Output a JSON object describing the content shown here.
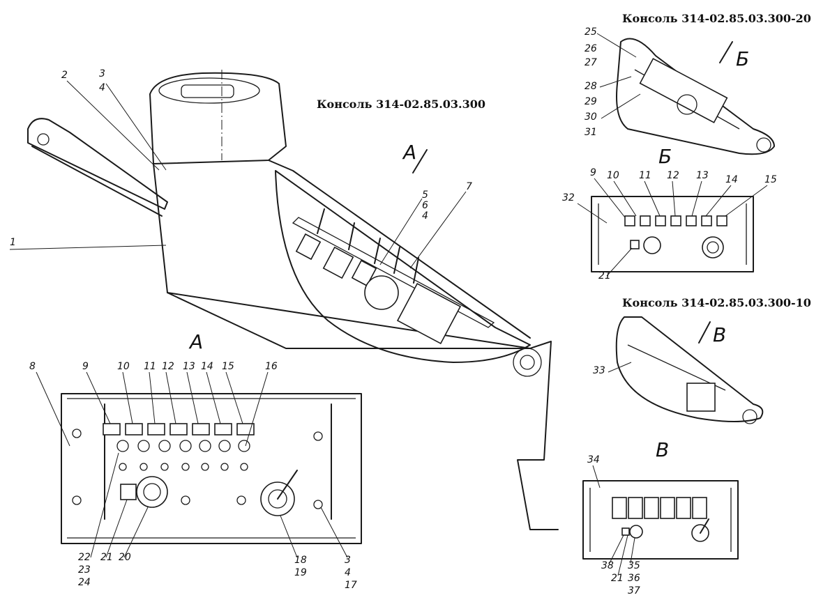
{
  "titles": {
    "main": "Консоль 314-02.85.03.300",
    "variant_20": "Консоль 314-02.85.03.300-20",
    "variant_10": "Консоль 314-02.85.03.300-10"
  },
  "view_letters": {
    "a_arrow": "А",
    "a_view": "А",
    "b_arrow": "Б",
    "b_view": "Б",
    "v_arrow": "В",
    "v_view": "В"
  },
  "callouts": {
    "main": [
      "1",
      "2",
      "3",
      "4",
      "5",
      "6",
      "4",
      "7"
    ],
    "view_a": [
      "8",
      "9",
      "10",
      "11",
      "12",
      "13",
      "14",
      "15",
      "16",
      "22",
      "23",
      "24",
      "21",
      "20",
      "18",
      "19",
      "3",
      "4",
      "17"
    ],
    "variant_20_iso": [
      "25",
      "26",
      "27",
      "28",
      "29",
      "30",
      "31"
    ],
    "view_b": [
      "9",
      "10",
      "11",
      "12",
      "13",
      "14",
      "15",
      "32",
      "21"
    ],
    "variant_10_iso": [
      "33"
    ],
    "view_v": [
      "34",
      "38",
      "21",
      "35",
      "36",
      "37"
    ]
  }
}
